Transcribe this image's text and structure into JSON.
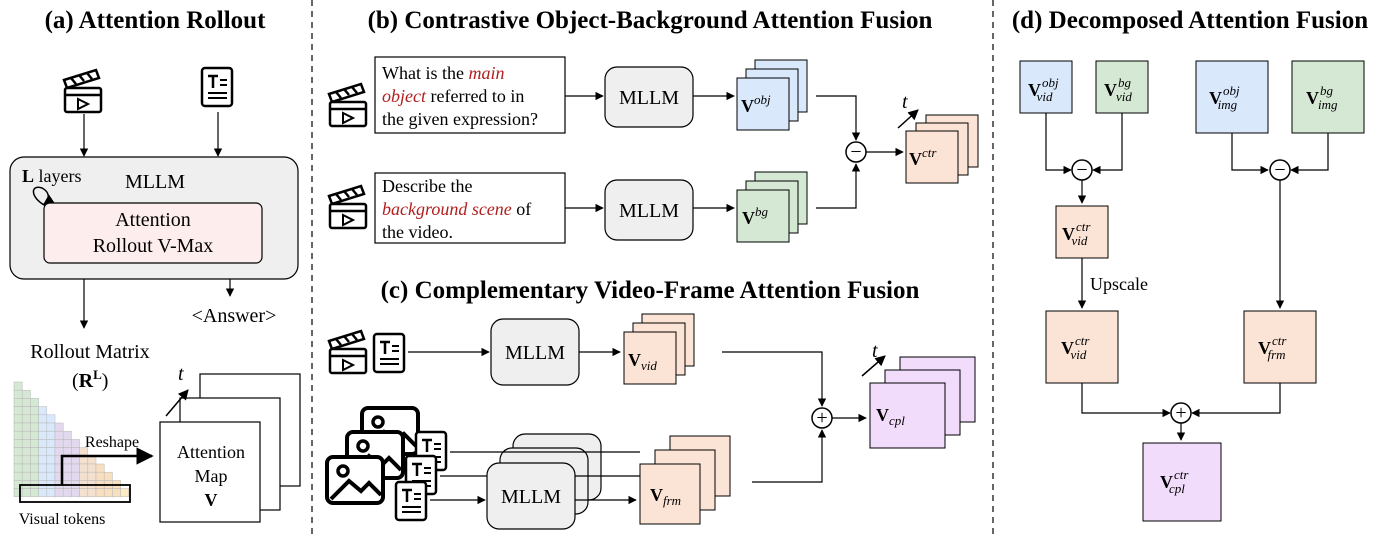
{
  "panels": {
    "a": {
      "title": "(a) Attention Rollout",
      "mllm": "MLLM",
      "layers_bold": "L",
      "layers_text": " layers",
      "rollout_line1": "Attention",
      "rollout_line2": "Rollout V-Max",
      "answer": "<Answer>",
      "matrix_label": "Rollout Matrix",
      "matrix_sym_open": "(",
      "matrix_sym_R": "R",
      "matrix_sym_L": "L",
      "matrix_sym_close": ")",
      "reshape": "Reshape",
      "visual_tokens": "Visual tokens",
      "map_line1": "Attention",
      "map_line2": "Map",
      "map_line3": "V",
      "t_axis": "t"
    },
    "b": {
      "title": "(b) Contrastive Object-Background Attention Fusion",
      "prompt1_l1": "What is the ",
      "prompt1_hl1": "main",
      "prompt1_hl2": "object",
      "prompt1_l2_rest": " referred to in",
      "prompt1_l3": "the given expression?",
      "prompt2_l1": "Describe the",
      "prompt2_hl": "background scene",
      "prompt2_l2_rest": " of",
      "prompt2_l3": "the video.",
      "mllm": "MLLM",
      "v_obj_base": "V",
      "v_obj_sup": "obj",
      "v_bg_base": "V",
      "v_bg_sup": "bg",
      "v_ctr_base": "V",
      "v_ctr_sup": "ctr",
      "t_axis": "t",
      "minus": "−"
    },
    "c": {
      "title": "(c) Complementary Video-Frame Attention Fusion",
      "mllm": "MLLM",
      "v_vid_base": "V",
      "v_vid_sub": "vid",
      "v_frm_base": "V",
      "v_frm_sub": "frm",
      "v_cpl_base": "V",
      "v_cpl_sub": "cpl",
      "t_axis": "t",
      "plus": "+"
    },
    "d": {
      "title": "(d) Decomposed Attention Fusion",
      "v": "V",
      "obj": "obj",
      "bg": "bg",
      "vid": "vid",
      "img": "img",
      "ctr": "ctr",
      "frm": "frm",
      "cpl": "cpl",
      "upscale": "Upscale",
      "minus": "−",
      "plus": "+"
    }
  },
  "colors": {
    "blue": "#dae8fc",
    "green": "#d5e8d4",
    "orange": "#fbe3d6",
    "purple": "#f2dcfb",
    "gray": "#efefef",
    "pink": "#fdeded"
  }
}
